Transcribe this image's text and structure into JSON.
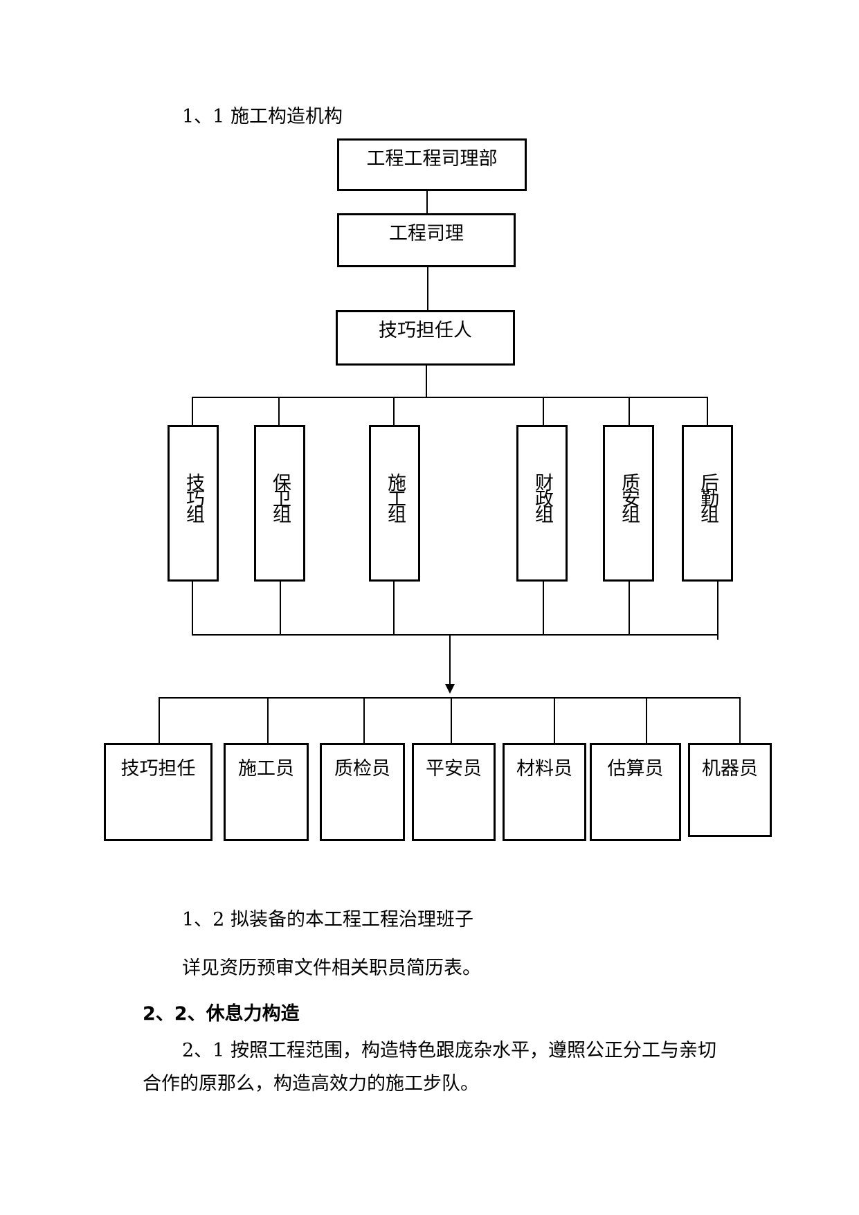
{
  "section_1_1": "1、1 施工构造机构",
  "org": {
    "level1": "工程工程司理部",
    "level2": "工程司理",
    "level3": "技巧担任人",
    "groups": [
      "技巧组",
      "保卫组",
      "施工组",
      "财政组",
      "质安组",
      "后勤组"
    ],
    "staff": [
      "技巧担任",
      "施工员",
      "质检员",
      "平安员",
      "材料员",
      "估算员",
      "机器员"
    ]
  },
  "section_1_2": "1、2 拟装备的本工程工程治理班子",
  "para_resume": "详见资历预审文件相关职员简历表。",
  "heading_2_2": "2、2、休息力构造",
  "para_2_1_line1": "2、1 按照工程范围，构造特色跟庞杂水平，遵照公正分工与亲切",
  "para_2_1_line2": "合作的原那么，构造高效力的施工步队。"
}
